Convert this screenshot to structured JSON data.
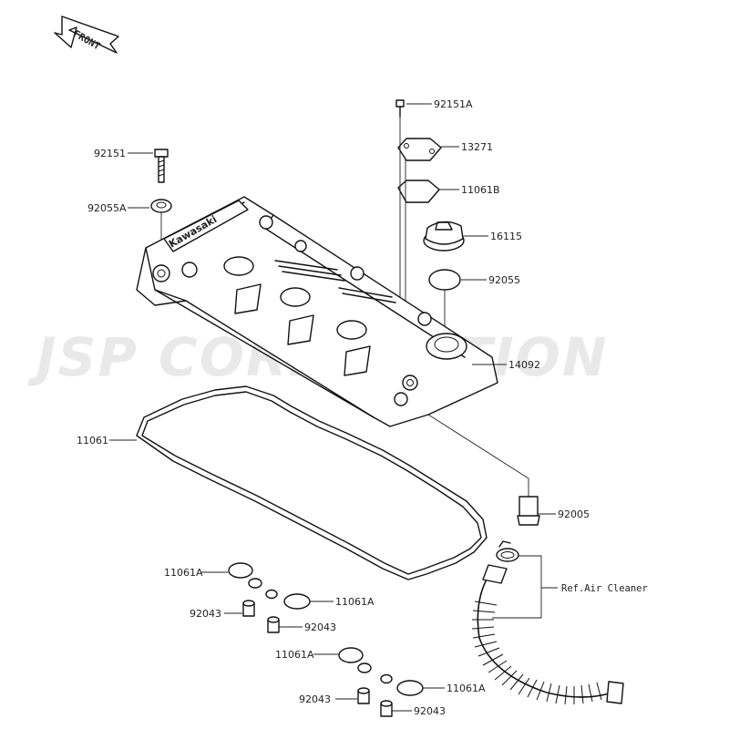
{
  "watermark": {
    "text": "JSP CORPORATION"
  },
  "front_arrow": {
    "text": "FRONT"
  },
  "parts": {
    "bolt_92151A": "92151A",
    "cover_13271": "13271",
    "gasket_11061B": "11061B",
    "cap_16115": "16115",
    "oring_92055": "92055",
    "head_cover_14092": "14092",
    "bolt_92151": "92151",
    "washer_92055A": "92055A",
    "brand": "Kawasaki",
    "gasket_11061": "11061",
    "fitting_92005": "92005",
    "ref_air_cleaner": "Ref.Air Cleaner",
    "seal_11061A_1": "11061A",
    "seal_11061A_2": "11061A",
    "seal_11061A_3": "11061A",
    "seal_11061A_4": "11061A",
    "collar_92043_1": "92043",
    "collar_92043_2": "92043",
    "collar_92043_3": "92043",
    "collar_92043_4": "92043"
  }
}
